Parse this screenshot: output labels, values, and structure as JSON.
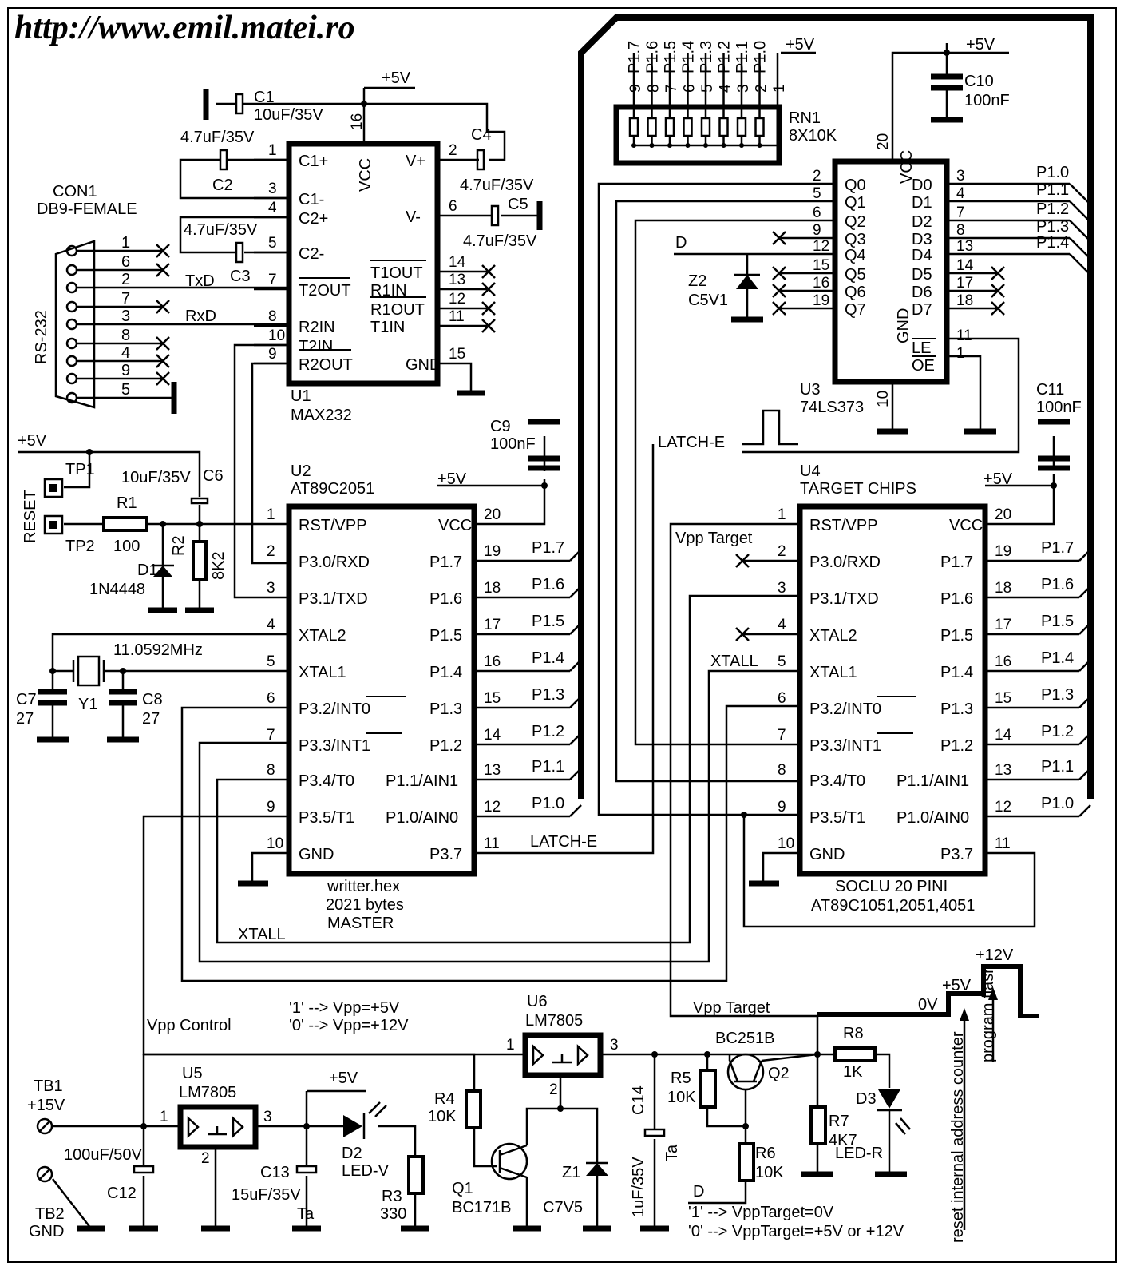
{
  "url": "http://www.emil.matei.ro",
  "u1": {
    "ref": "U1",
    "name": "MAX232",
    "left": [
      {
        "n": "1",
        "s": "C1+"
      },
      {
        "n": "3",
        "s": "C1-"
      },
      {
        "n": "4",
        "s": "C2+"
      },
      {
        "n": "5",
        "s": "C2-"
      },
      {
        "n": "7",
        "s": "T2OUT"
      },
      {
        "n": "8",
        "s": "R2IN"
      },
      {
        "n": "10",
        "s": "T2IN"
      },
      {
        "n": "9",
        "s": "R2OUT"
      }
    ],
    "right": [
      {
        "n": "2",
        "s": "V+"
      },
      {
        "n": "6",
        "s": "V-"
      },
      {
        "n": "14",
        "s": "T1OUT"
      },
      {
        "n": "13",
        "s": "R1IN"
      },
      {
        "n": "12",
        "s": "R1OUT"
      },
      {
        "n": "11",
        "s": "T1IN"
      },
      {
        "n": "15",
        "s": "GND"
      }
    ],
    "vcc": "VCC",
    "vcc_pin": "16"
  },
  "u2": {
    "ref": "U2",
    "name": "AT89C2051",
    "left": [
      {
        "n": "1",
        "s": "RST/VPP"
      },
      {
        "n": "2",
        "s": "P3.0/RXD"
      },
      {
        "n": "3",
        "s": "P3.1/TXD"
      },
      {
        "n": "4",
        "s": "XTAL2"
      },
      {
        "n": "5",
        "s": "XTAL1"
      },
      {
        "n": "6",
        "s": "P3.2/INT0"
      },
      {
        "n": "7",
        "s": "P3.3/INT1"
      },
      {
        "n": "8",
        "s": "P3.4/T0"
      },
      {
        "n": "9",
        "s": "P3.5/T1"
      },
      {
        "n": "10",
        "s": "GND"
      }
    ],
    "right": [
      {
        "n": "20",
        "s": "VCC"
      },
      {
        "n": "19",
        "s": "P1.7"
      },
      {
        "n": "18",
        "s": "P1.6"
      },
      {
        "n": "17",
        "s": "P1.5"
      },
      {
        "n": "16",
        "s": "P1.4"
      },
      {
        "n": "15",
        "s": "P1.3"
      },
      {
        "n": "14",
        "s": "P1.2"
      },
      {
        "n": "13",
        "s": "P1.1/AIN1"
      },
      {
        "n": "12",
        "s": "P1.0/AIN0"
      },
      {
        "n": "11",
        "s": "P3.7"
      }
    ],
    "nets": [
      "",
      "P1.7",
      "P1.6",
      "P1.5",
      "P1.4",
      "P1.3",
      "P1.2",
      "P1.1",
      "P1.0",
      "LATCH-E"
    ],
    "notes": [
      "writter.hex",
      "2021 bytes",
      "MASTER"
    ]
  },
  "u4": {
    "ref": "U4",
    "name": "TARGET CHIPS",
    "left": [
      {
        "n": "1",
        "s": "RST/VPP"
      },
      {
        "n": "2",
        "s": "P3.0/RXD"
      },
      {
        "n": "3",
        "s": "P3.1/TXD"
      },
      {
        "n": "4",
        "s": "XTAL2"
      },
      {
        "n": "5",
        "s": "XTAL1"
      },
      {
        "n": "6",
        "s": "P3.2/INT0"
      },
      {
        "n": "7",
        "s": "P3.3/INT1"
      },
      {
        "n": "8",
        "s": "P3.4/T0"
      },
      {
        "n": "9",
        "s": "P3.5/T1"
      },
      {
        "n": "10",
        "s": "GND"
      }
    ],
    "right": [
      {
        "n": "20",
        "s": "VCC"
      },
      {
        "n": "19",
        "s": "P1.7"
      },
      {
        "n": "18",
        "s": "P1.6"
      },
      {
        "n": "17",
        "s": "P1.5"
      },
      {
        "n": "16",
        "s": "P1.4"
      },
      {
        "n": "15",
        "s": "P1.3"
      },
      {
        "n": "14",
        "s": "P1.2"
      },
      {
        "n": "13",
        "s": "P1.1/AIN1"
      },
      {
        "n": "12",
        "s": "P1.0/AIN0"
      },
      {
        "n": "11",
        "s": "P3.7"
      }
    ],
    "nets": [
      "",
      "P1.7",
      "P1.6",
      "P1.5",
      "P1.4",
      "P1.3",
      "P1.2",
      "P1.1",
      "P1.0",
      ""
    ],
    "notes": [
      "SOCLU 20 PINI",
      "AT89C1051,2051,4051"
    ]
  },
  "u3": {
    "ref": "U3",
    "name": "74LS373",
    "left": [
      {
        "n": "2",
        "s": "Q0"
      },
      {
        "n": "5",
        "s": "Q1"
      },
      {
        "n": "6",
        "s": "Q2"
      },
      {
        "n": "9",
        "s": "Q3"
      },
      {
        "n": "12",
        "s": "Q4"
      },
      {
        "n": "15",
        "s": "Q5"
      },
      {
        "n": "16",
        "s": "Q6"
      },
      {
        "n": "19",
        "s": "Q7"
      }
    ],
    "right": [
      {
        "n": "3",
        "s": "D0"
      },
      {
        "n": "4",
        "s": "D1"
      },
      {
        "n": "7",
        "s": "D2"
      },
      {
        "n": "8",
        "s": "D3"
      },
      {
        "n": "13",
        "s": "D4"
      },
      {
        "n": "14",
        "s": "D5"
      },
      {
        "n": "17",
        "s": "D6"
      },
      {
        "n": "18",
        "s": "D7"
      }
    ],
    "nets": [
      "P1.0",
      "P1.1",
      "P1.2",
      "P1.3",
      "P1.4"
    ],
    "vcc": "VCC",
    "vcc_pin": "20",
    "gnd": "GND",
    "gnd_pin": "10",
    "le": "LE",
    "le_pin": "11",
    "oe": "OE",
    "oe_pin": "1"
  },
  "rn1": {
    "ref": "RN1",
    "value": "8X10K",
    "pins": [
      "9",
      "8",
      "7",
      "6",
      "5",
      "4",
      "3",
      "2",
      "1"
    ],
    "nets": [
      "P1.7",
      "P1.6",
      "P1.5",
      "P1.4",
      "P1.3",
      "P1.2",
      "P1.1",
      "P1.0"
    ]
  },
  "con1": {
    "ref": "CON1",
    "type": "DB9-FEMALE",
    "label": "RS-232",
    "pins": [
      "1",
      "6",
      "2",
      "7",
      "3",
      "8",
      "4",
      "9",
      "5"
    ],
    "txd": "TxD",
    "rxd": "RxD"
  },
  "parts": {
    "c1": [
      "C1",
      "10uF/35V"
    ],
    "c2": [
      "C2",
      "4.7uF/35V"
    ],
    "c3": [
      "C3",
      "4.7uF/35V"
    ],
    "c4": [
      "C4",
      "4.7uF/35V"
    ],
    "c5": [
      "C5",
      "4.7uF/35V"
    ],
    "c6": [
      "C6",
      "10uF/35V"
    ],
    "c7": [
      "C7",
      "27"
    ],
    "c8": [
      "C8",
      "27"
    ],
    "c9": [
      "C9",
      "100nF"
    ],
    "c10": [
      "C10",
      "100nF"
    ],
    "c11": [
      "C11",
      "100nF"
    ],
    "c12": [
      "C12",
      "100uF/50V"
    ],
    "c13": [
      "C13",
      "15uF/35V",
      "Ta"
    ],
    "c14": [
      "C14",
      "1uF/35V",
      "Ta"
    ],
    "r1": [
      "R1",
      "100"
    ],
    "r2": [
      "R2",
      "8K2"
    ],
    "r3": [
      "R3",
      "330"
    ],
    "r4": [
      "R4",
      "10K"
    ],
    "r5": [
      "R5",
      "10K"
    ],
    "r6": [
      "R6",
      "10K"
    ],
    "r7": [
      "R7",
      "4K7"
    ],
    "r8": [
      "R8",
      "1K"
    ],
    "d1": [
      "D1",
      "1N4448"
    ],
    "d2": [
      "D2",
      "LED-V"
    ],
    "d3": [
      "D3",
      "LED-R"
    ],
    "z1": [
      "Z1",
      "C7V5"
    ],
    "z2": [
      "Z2",
      "C5V1"
    ],
    "q1": [
      "Q1",
      "BC171B"
    ],
    "q2": [
      "Q2",
      "BC251B"
    ],
    "y1": [
      "Y1",
      "11.0592MHz"
    ],
    "u5": [
      "U5",
      "LM7805"
    ],
    "u6": [
      "U6",
      "LM7805"
    ],
    "tp1": "TP1",
    "tp2": "TP2",
    "reset": "RESET",
    "tb1": [
      "TB1",
      "+15V"
    ],
    "tb2": [
      "TB2",
      "GND"
    ]
  },
  "labels": {
    "plus5": "+5V",
    "plus12": "+12V",
    "zero": "0V",
    "latch_e": "LATCH-E",
    "xtall": "XTALL",
    "vpp_target": "Vpp Target",
    "vpp_control": "Vpp Control",
    "vpp_note1": "'1' --> Vpp=+5V",
    "vpp_note2": "'0' --> Vpp=+12V",
    "tgt_note1": "'1' --> VppTarget=0V",
    "tgt_note2": "'0' --> VppTarget=+5V or +12V",
    "d": "D",
    "reset_counter": "reset internal address counter",
    "program_flash": "program flash",
    "u5_pins": [
      "1",
      "2",
      "3"
    ],
    "u6_pins": [
      "1",
      "2",
      "3"
    ]
  }
}
